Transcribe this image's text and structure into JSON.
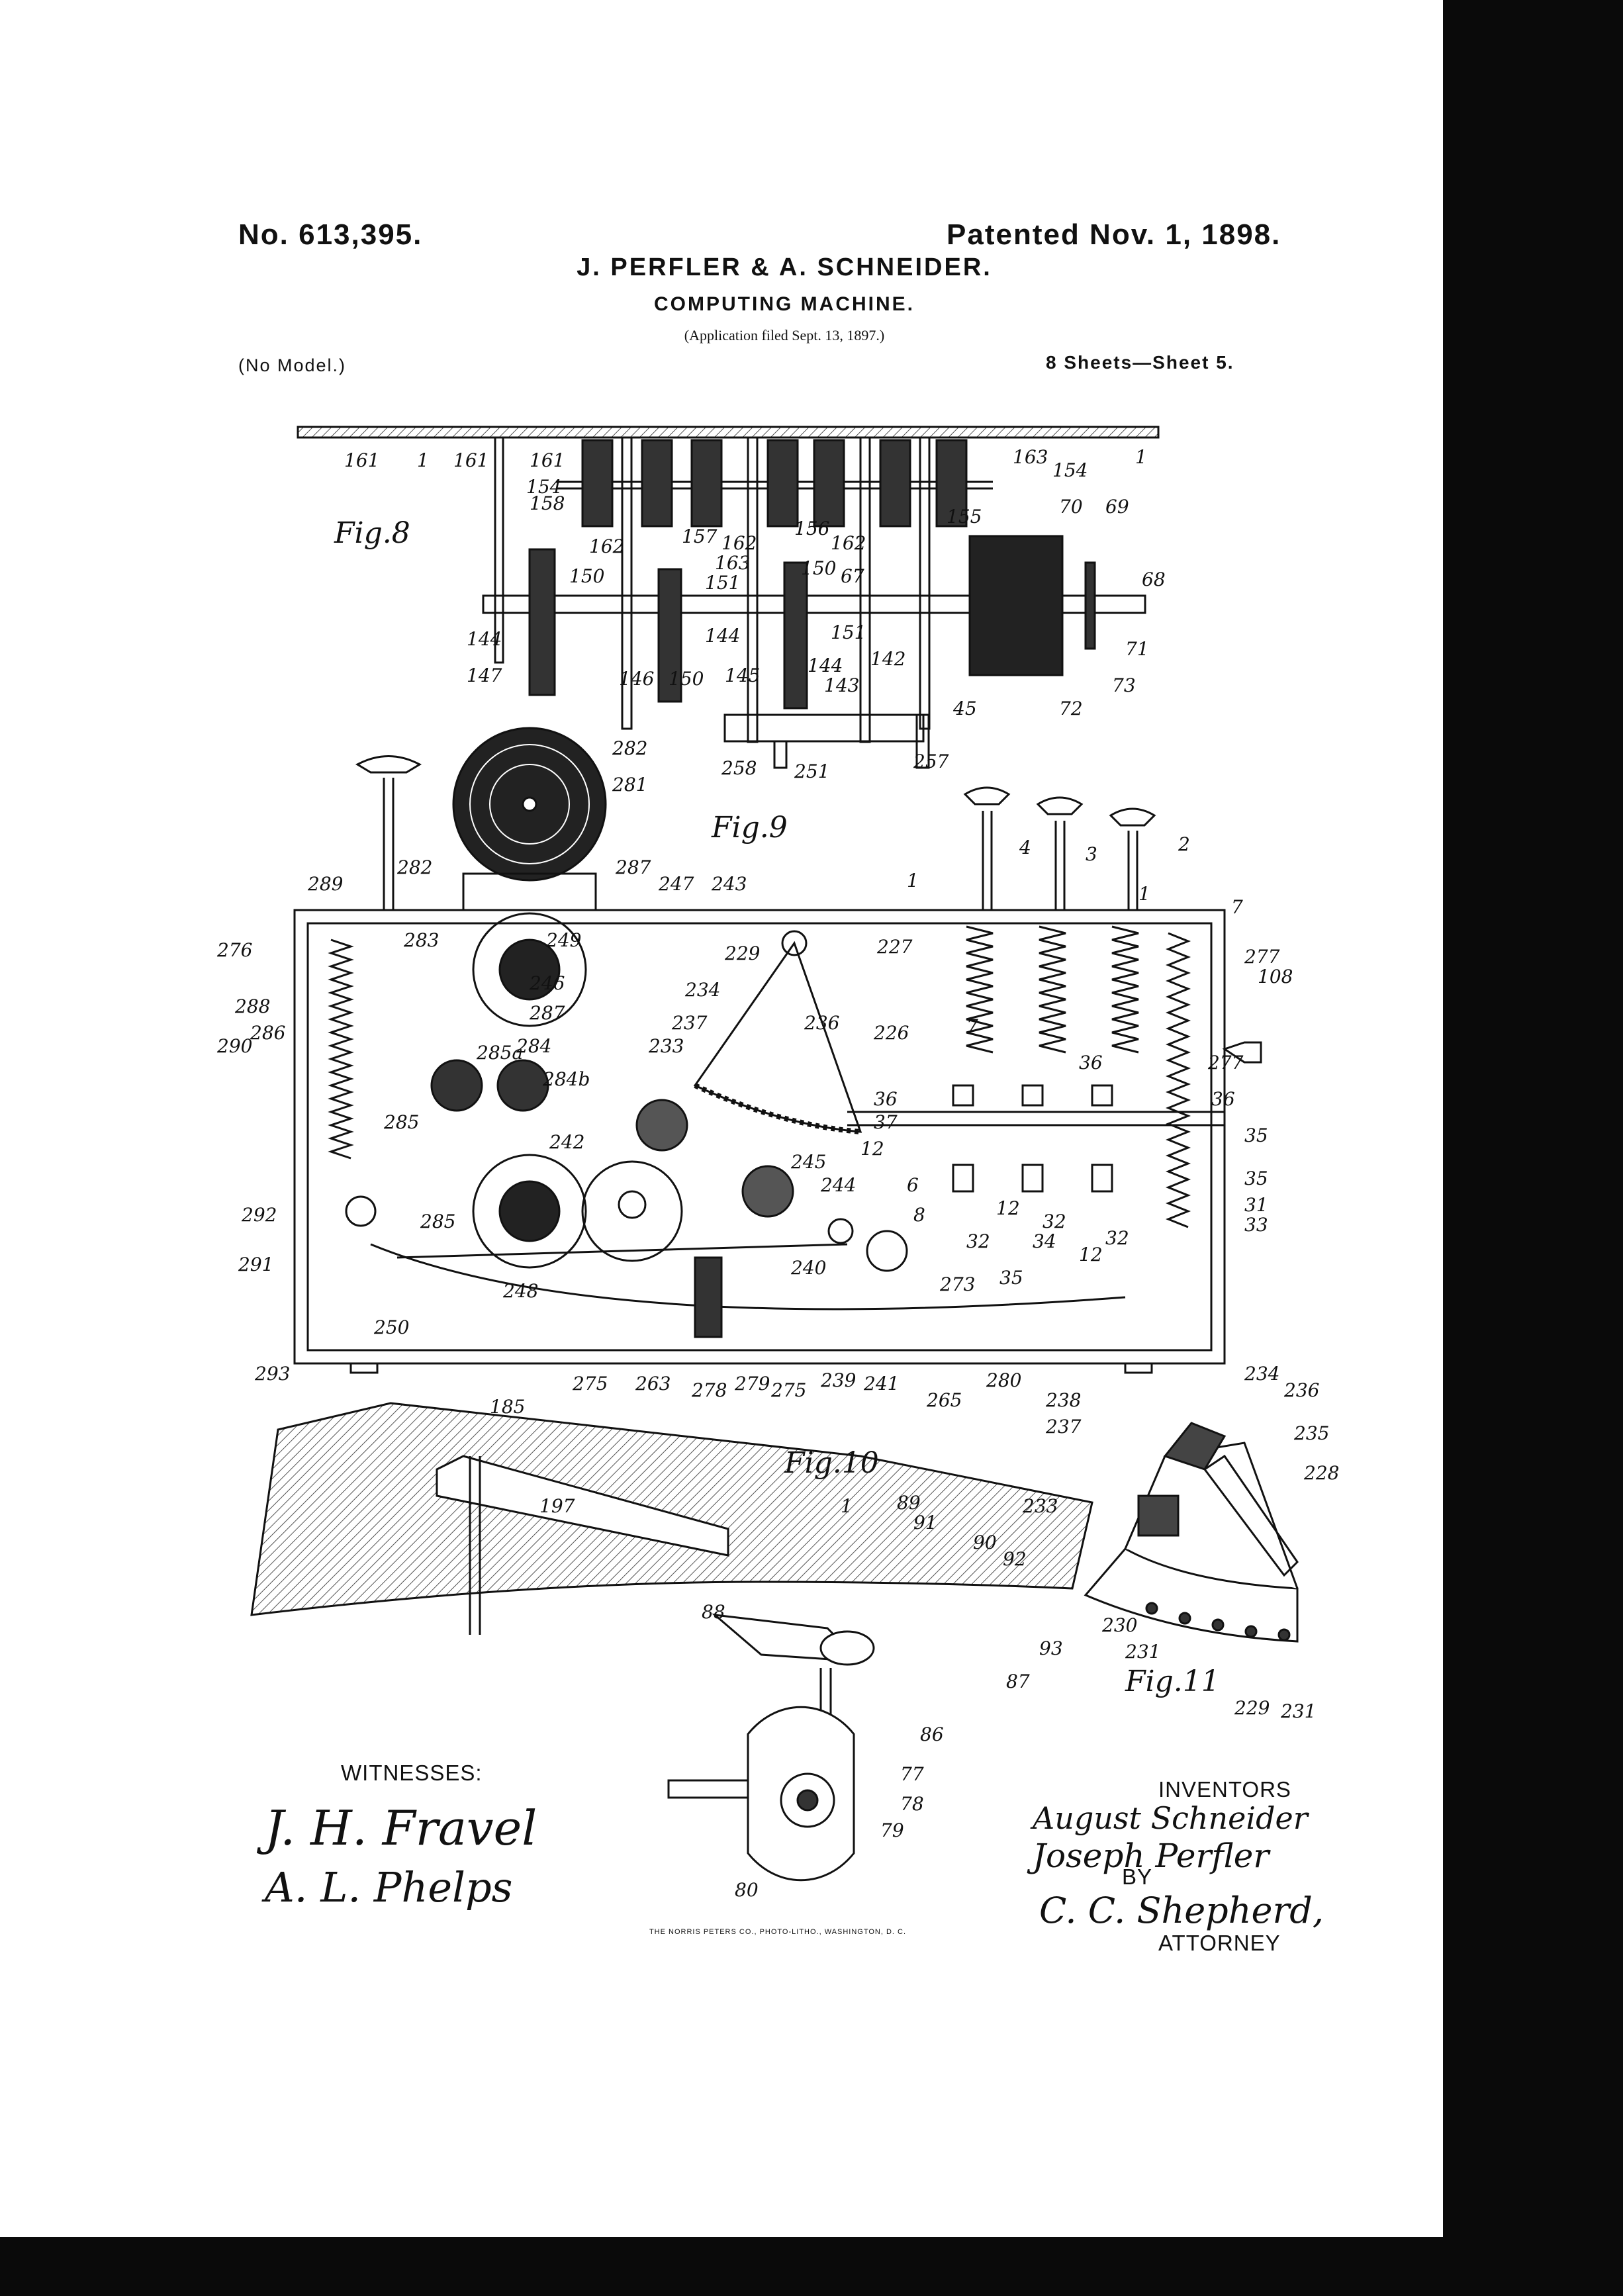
{
  "header": {
    "patent_number": "No. 613,395.",
    "patent_date": "Patented Nov. 1, 1898.",
    "inventors_line": "J. PERFLER & A. SCHNEIDER.",
    "title": "COMPUTING MACHINE.",
    "application": "(Application filed Sept. 13, 1897.)",
    "model": "(No Model.)",
    "sheets": "8 Sheets—Sheet 5."
  },
  "figures": {
    "fig8": "Fig.8",
    "fig9": "Fig.9",
    "fig10": "Fig.10",
    "fig11": "Fig.11"
  },
  "reference_numerals": {
    "fig8": [
      "161",
      "1",
      "161",
      "161",
      "163",
      "154",
      "158",
      "162",
      "157",
      "162",
      "156",
      "162",
      "163",
      "155",
      "154",
      "70",
      "69",
      "1",
      "150",
      "150",
      "151",
      "67",
      "151",
      "68",
      "144",
      "147",
      "146",
      "150",
      "144",
      "145",
      "144",
      "142",
      "143",
      "45",
      "72",
      "73",
      "71",
      "258",
      "251",
      "257"
    ],
    "fig9": [
      "282",
      "281",
      "289",
      "282",
      "287",
      "247",
      "243",
      "1",
      "4",
      "3",
      "2",
      "1",
      "7",
      "276",
      "283",
      "249",
      "229",
      "227",
      "277",
      "108",
      "288",
      "286",
      "246",
      "234",
      "236",
      "226",
      "7",
      "290",
      "285a",
      "287",
      "284",
      "237",
      "233",
      "284b",
      "36",
      "36",
      "277",
      "36",
      "285",
      "242",
      "37",
      "12",
      "35",
      "292",
      "6",
      "245",
      "244",
      "8",
      "35",
      "31",
      "33",
      "291",
      "285",
      "12",
      "32",
      "12",
      "34",
      "32",
      "32",
      "35",
      "248",
      "240",
      "273",
      "250",
      "293",
      "275",
      "263",
      "278",
      "279",
      "275",
      "239",
      "241",
      "280",
      "265"
    ],
    "fig10": [
      "185",
      "197",
      "1",
      "89",
      "91",
      "90",
      "92",
      "88",
      "93",
      "87",
      "86",
      "77",
      "78",
      "79",
      "80"
    ],
    "fig11": [
      "238",
      "237",
      "234",
      "236",
      "235",
      "228",
      "233",
      "230",
      "231",
      "229",
      "231"
    ]
  },
  "witnesses": {
    "label": "WITNESSES:",
    "signatures": [
      "J. H. Fravel",
      "A. L. Phelps"
    ]
  },
  "inventors": {
    "label": "INVENTORS",
    "signatures": [
      "August Schneider",
      "Joseph Perfler"
    ],
    "by_label": "BY",
    "attorney_signature": "C. C. Shepherd,",
    "attorney_label": "ATTORNEY"
  },
  "printer_credit": "THE NORRIS PETERS CO., PHOTO-LITHO., WASHINGTON, D. C."
}
